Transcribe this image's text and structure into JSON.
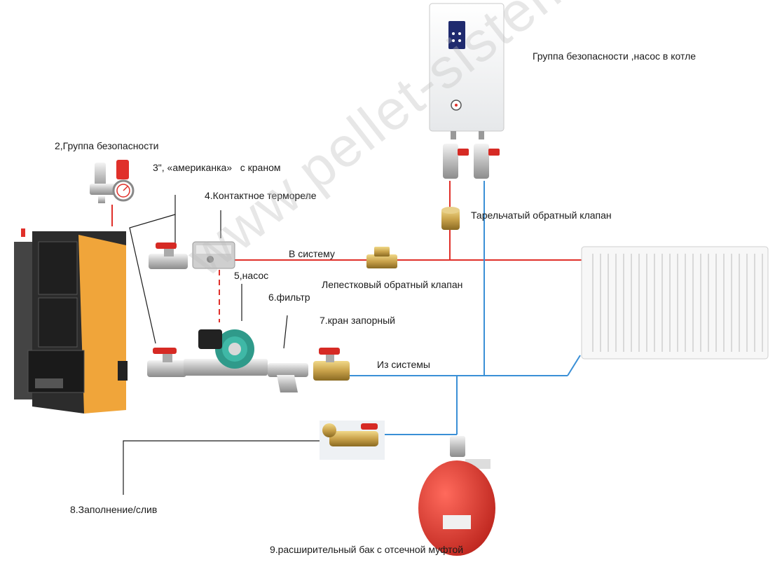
{
  "labels": {
    "electric_boiler_note": "Группа безопасности ,насос в котле",
    "safety_group": "2,Группа безопасности",
    "union_valve": "3\", «американка»   с краном",
    "thermostat": "4.Контактное термореле",
    "disc_check_valve": "Тарельчатый обратный клапан",
    "to_system": "В систему",
    "pump": "5,насос",
    "petal_check_valve": "Лепестковый обратный клапан",
    "filter": "6.фильтр",
    "shutoff_valve": "7.кран запорный",
    "from_system": "Из системы",
    "fill_drain": "8.Заполнение/слив",
    "expansion_tank": "9.расширительный бак с отсечной муфтой"
  },
  "watermark": "www.pellet-sistem.ru",
  "colors": {
    "supply_pipe": "#e0302a",
    "return_pipe": "#3a8fd6",
    "boiler_orange": "#f0a53a",
    "boiler_body": "#2c2c2c",
    "tank_red": "#e0312b",
    "brass": "#c9a24a",
    "valve_handle": "#d62a24",
    "pump_green": "#2f9a8a"
  }
}
